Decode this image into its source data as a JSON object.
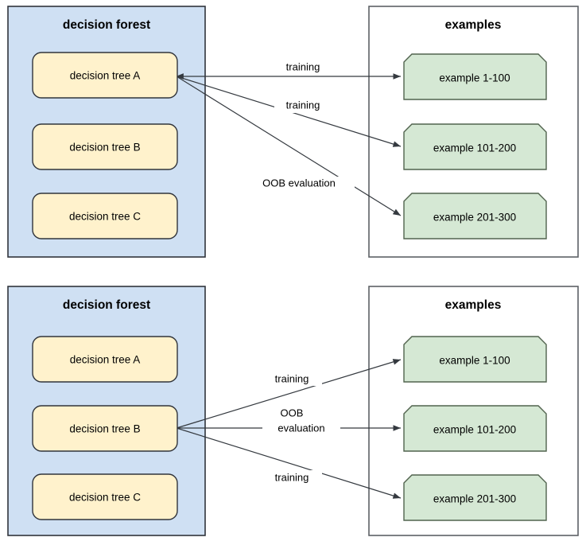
{
  "diagrams": [
    {
      "id": "top",
      "forest_panel": {
        "title": "decision forest",
        "accent_color": "#cfe0f3"
      },
      "examples_panel": {
        "title": "examples",
        "accent_color": "#ffffff"
      },
      "trees": [
        {
          "label": "decision tree A",
          "color": "#fff2cc"
        },
        {
          "label": "decision tree B",
          "color": "#fff2cc"
        },
        {
          "label": "decision tree C",
          "color": "#fff2cc"
        }
      ],
      "examples": [
        {
          "label": "example 1-100",
          "color": "#d5e8d4"
        },
        {
          "label": "example 101-200",
          "color": "#d5e8d4"
        },
        {
          "label": "example 201-300",
          "color": "#d5e8d4"
        }
      ],
      "edges": [
        {
          "from": "decision tree A",
          "to": "example 1-100",
          "label": "training"
        },
        {
          "from": "decision tree A",
          "to": "example 101-200",
          "label": "training"
        },
        {
          "from": "decision tree A",
          "to": "example 201-300",
          "label": "OOB evaluation"
        }
      ]
    },
    {
      "id": "bottom",
      "forest_panel": {
        "title": "decision forest",
        "accent_color": "#cfe0f3"
      },
      "examples_panel": {
        "title": "examples",
        "accent_color": "#ffffff"
      },
      "trees": [
        {
          "label": "decision tree A",
          "color": "#fff2cc"
        },
        {
          "label": "decision tree B",
          "color": "#fff2cc"
        },
        {
          "label": "decision tree C",
          "color": "#fff2cc"
        }
      ],
      "examples": [
        {
          "label": "example 1-100",
          "color": "#d5e8d4"
        },
        {
          "label": "example 101-200",
          "color": "#d5e8d4"
        },
        {
          "label": "example 201-300",
          "color": "#d5e8d4"
        }
      ],
      "edges": [
        {
          "from": "decision tree B",
          "to": "example 1-100",
          "label": "training"
        },
        {
          "from": "decision tree B",
          "to": "example 101-200",
          "label_line1": "OOB",
          "label_line2": "evaluation"
        },
        {
          "from": "decision tree B",
          "to": "example 201-300",
          "label": "training"
        }
      ]
    }
  ]
}
